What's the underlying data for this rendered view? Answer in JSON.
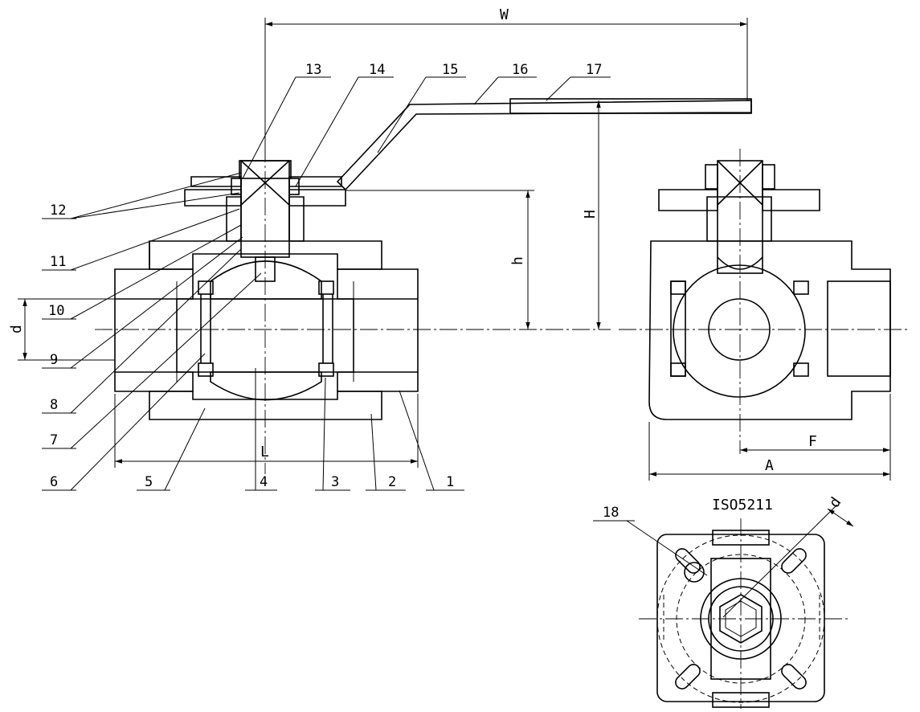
{
  "part_numbers": [
    "1",
    "2",
    "3",
    "4",
    "5",
    "6",
    "7",
    "8",
    "9",
    "10",
    "11",
    "12",
    "13",
    "14",
    "15",
    "16",
    "17",
    "18"
  ],
  "dimensions": {
    "overall_width": "W",
    "overall_height": "H",
    "stem_height": "h",
    "length": "L",
    "bore": "d",
    "end_length": "A",
    "center_to_face": "F",
    "mount_bolt": "d"
  },
  "standard_label": "ISO5211"
}
